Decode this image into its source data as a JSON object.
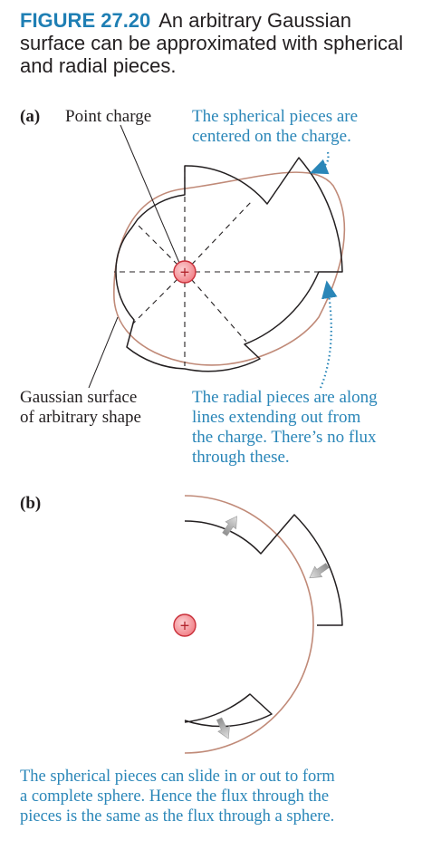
{
  "caption": {
    "figure_number": "FIGURE 27.20",
    "text": "An arbitrary Gaussian surface can be approximated with spherical and radial pieces."
  },
  "part_a": {
    "label": "(a)",
    "point_charge_label": "Point charge",
    "spherical_note": [
      "The spherical pieces are",
      "centered on the charge."
    ],
    "surface_label": [
      "Gaussian surface",
      "of arbitrary shape"
    ],
    "radial_note": [
      "The radial pieces are along",
      "lines extending out from",
      "the charge. There’s no flux",
      "through these."
    ],
    "charge_symbol": "+"
  },
  "part_b": {
    "label": "(b)",
    "charge_symbol": "+",
    "note": [
      "The spherical pieces can slide in or out to form",
      "a complete sphere. Hence the flux through the",
      "pieces is the same as the flux through a sphere."
    ]
  },
  "colors": {
    "accent_blue": "#2a86b8",
    "sphere_outline": "#c08a78",
    "charge_fill": "#f27f86",
    "charge_stroke": "#c9303a"
  },
  "icons": [
    "point-charge-icon",
    "flux-arrow-icon",
    "dotted-pointer-arrow-icon"
  ]
}
